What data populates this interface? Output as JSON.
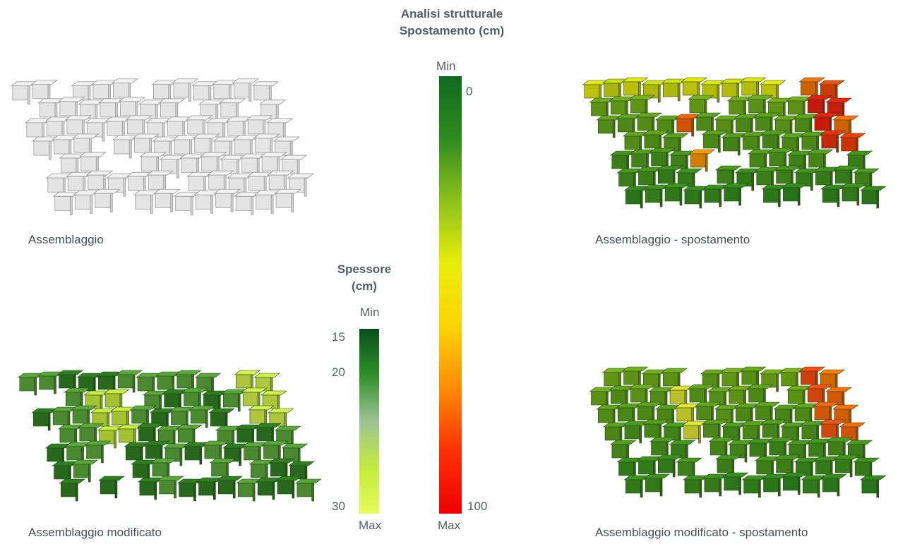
{
  "captions": {
    "top_left": "Assemblaggio",
    "top_right": "Assemblaggio - spostamento",
    "bottom_left": "Assemblaggio modificato",
    "bottom_right": "Assemblaggio modificato - spostamento"
  },
  "displacement_legend": {
    "title_line1": "Analisi strutturale",
    "title_line2": "Spostamento (cm)",
    "min_label": "Min",
    "max_label": "Max",
    "tick_min": "0",
    "tick_max": "100",
    "colors": [
      "#0e6b1e",
      "#2e8b1e",
      "#8ec21a",
      "#e8ee08",
      "#ffd400",
      "#ff8a00",
      "#ff3000",
      "#f00000"
    ]
  },
  "thickness_legend": {
    "title_line1": "Spessore",
    "title_line2": "(cm)",
    "min_label": "Min",
    "max_label": "Max",
    "ticks": [
      "15",
      "20",
      "30"
    ],
    "colors": [
      "#07501a",
      "#2f8f2a",
      "#9cc493",
      "#c3eb3c",
      "#e6fb5a"
    ]
  }
}
